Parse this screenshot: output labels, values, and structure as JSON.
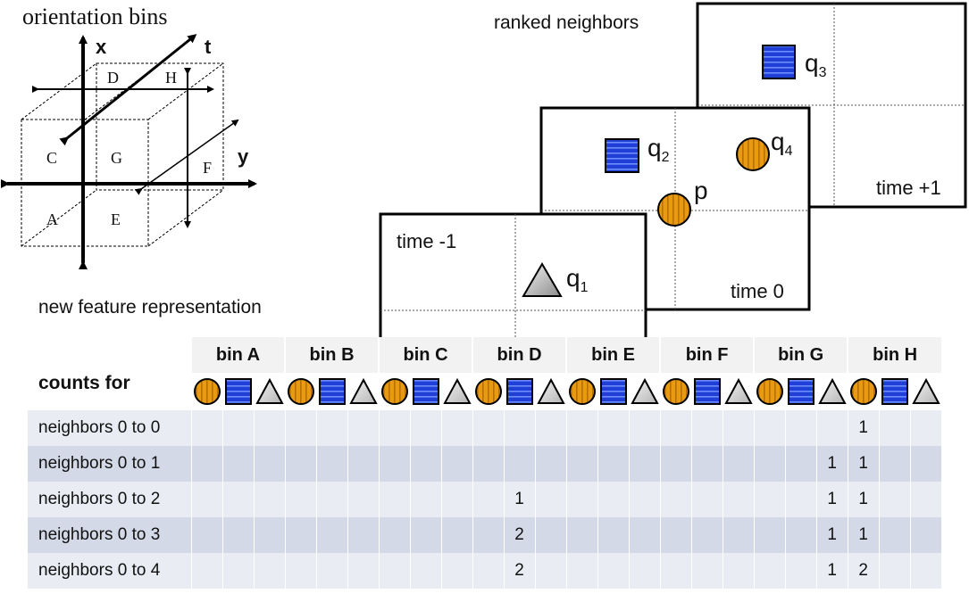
{
  "cube": {
    "title": "orientation bins",
    "axes": [
      "x",
      "t",
      "y"
    ],
    "bins": [
      "D",
      "H",
      "C",
      "G",
      "F",
      "A",
      "E"
    ]
  },
  "frames": {
    "title": "ranked neighbors",
    "time_labels": [
      "time -1",
      "time 0",
      "time +1"
    ],
    "points": {
      "p": "p",
      "q1": "q",
      "q1_sub": "1",
      "q2": "q",
      "q2_sub": "2",
      "q3": "q",
      "q3_sub": "3",
      "q4": "q",
      "q4_sub": "4"
    }
  },
  "table": {
    "title": "new feature representation",
    "counts_for": "counts for",
    "bins": [
      "bin A",
      "bin B",
      "bin C",
      "bin D",
      "bin E",
      "bin F",
      "bin G",
      "bin H"
    ],
    "symbol_order": [
      "circle-icon",
      "square-icon",
      "triangle-icon"
    ],
    "rows": [
      {
        "label": "neighbors 0 to 0",
        "values": [
          "",
          "",
          "",
          "",
          "",
          "",
          "",
          "",
          "",
          "",
          "",
          "",
          "",
          "",
          "",
          "",
          "",
          "",
          "",
          "",
          "",
          "1",
          "",
          ""
        ]
      },
      {
        "label": "neighbors 0 to 1",
        "values": [
          "",
          "",
          "",
          "",
          "",
          "",
          "",
          "",
          "",
          "",
          "",
          "",
          "",
          "",
          "",
          "",
          "",
          "",
          "",
          "",
          "1",
          "1",
          "",
          ""
        ]
      },
      {
        "label": "neighbors 0 to 2",
        "values": [
          "",
          "",
          "",
          "",
          "",
          "",
          "",
          "",
          "",
          "",
          "1",
          "",
          "",
          "",
          "",
          "",
          "",
          "",
          "",
          "",
          "1",
          "1",
          "",
          ""
        ]
      },
      {
        "label": "neighbors 0 to 3",
        "values": [
          "",
          "",
          "",
          "",
          "",
          "",
          "",
          "",
          "",
          "",
          "2",
          "",
          "",
          "",
          "",
          "",
          "",
          "",
          "",
          "",
          "1",
          "1",
          "",
          ""
        ]
      },
      {
        "label": "neighbors 0 to 4",
        "values": [
          "",
          "",
          "",
          "",
          "",
          "",
          "",
          "",
          "",
          "",
          "2",
          "",
          "",
          "",
          "",
          "",
          "",
          "",
          "",
          "",
          "1",
          "2",
          "",
          ""
        ]
      }
    ]
  },
  "colors": {
    "circle_fill": "#e89a10",
    "square_fill": "#1f3fd6",
    "triangle_fill": "#b5b5b5"
  }
}
